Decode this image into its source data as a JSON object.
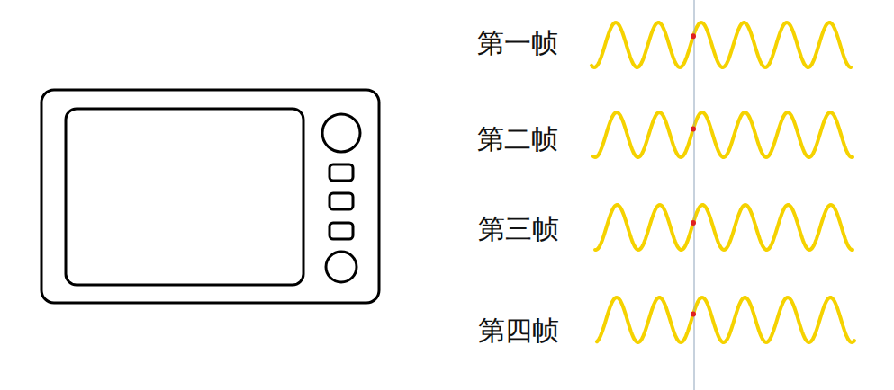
{
  "diagram": {
    "labels": [
      "第一帧",
      "第二帧",
      "第三帧",
      "第四帧"
    ]
  }
}
